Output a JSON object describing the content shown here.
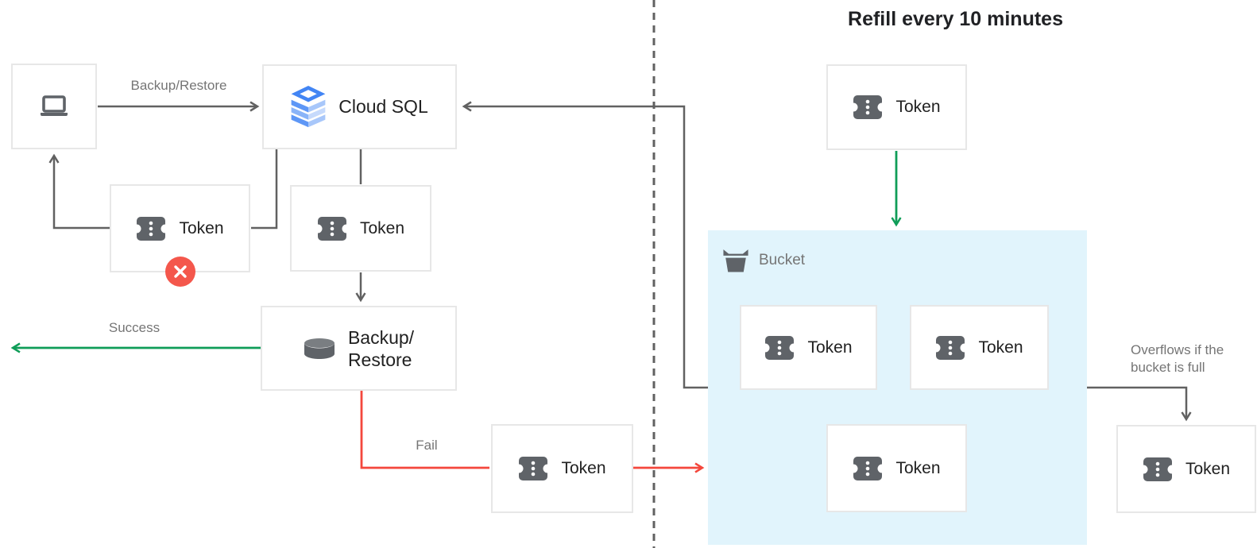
{
  "title": "Refill every 10 minutes",
  "nodes": {
    "client": {
      "icon": "laptop-icon"
    },
    "cloud_sql": {
      "label": "Cloud SQL",
      "icon": "cloud-sql-layers-icon"
    },
    "token_rejected": {
      "label": "Token",
      "icon": "ticket-token-icon",
      "badge": "red-x-circle-icon"
    },
    "token_issued": {
      "label": "Token",
      "icon": "ticket-token-icon"
    },
    "backup_restore": {
      "line1": "Backup/",
      "line2": "Restore",
      "icon": "database-cylinder-icon"
    },
    "token_fail": {
      "label": "Token",
      "icon": "ticket-token-icon"
    },
    "token_refill": {
      "label": "Token",
      "icon": "ticket-token-icon"
    },
    "bucket": {
      "label": "Bucket",
      "icon": "bucket-icon"
    },
    "bucket_token_1": {
      "label": "Token",
      "icon": "ticket-token-icon"
    },
    "bucket_token_2": {
      "label": "Token",
      "icon": "ticket-token-icon"
    },
    "bucket_token_3": {
      "label": "Token",
      "icon": "ticket-token-icon"
    },
    "token_overflow": {
      "label": "Token",
      "icon": "ticket-token-icon"
    }
  },
  "edge_labels": {
    "backup_restore": "Backup/Restore",
    "success": "Success",
    "fail": "Fail",
    "overflow": "Overflows if the bucket is full"
  },
  "colors": {
    "line": "#616161",
    "green": "#0f9d58",
    "red": "#f4473c",
    "badge_red": "#f4574c",
    "box_border": "#e7e7e7",
    "bucket_fill": "#e1f4fc",
    "text_dark": "#212121",
    "text_gray": "#757575",
    "icon_gray": "#5f6368",
    "cloud_sql_blue": "#4285f4"
  }
}
